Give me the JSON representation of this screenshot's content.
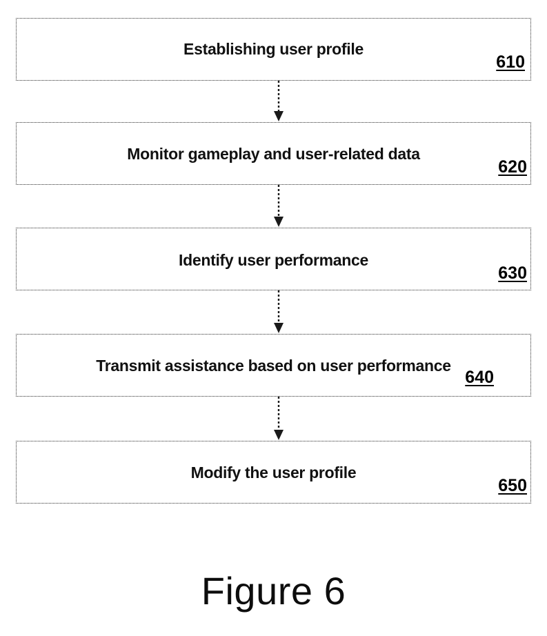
{
  "figure": {
    "caption": "Figure 6",
    "background_color": "#ffffff",
    "ink_color": "#000000",
    "border_style": "dotted"
  },
  "flowchart": {
    "orientation": "vertical",
    "connector_style": "dashed-line-with-solid-arrowhead",
    "steps": [
      {
        "label": "Establishing user profile",
        "ref": "610"
      },
      {
        "label": "Monitor gameplay and user-related data",
        "ref": "620"
      },
      {
        "label": "Identify user performance",
        "ref": "630"
      },
      {
        "label": "Transmit assistance based on user performance",
        "ref": "640"
      },
      {
        "label": "Modify the user profile",
        "ref": "650"
      }
    ],
    "connectors": [
      {
        "from_ref": "610",
        "to_ref": "620"
      },
      {
        "from_ref": "620",
        "to_ref": "630"
      },
      {
        "from_ref": "630",
        "to_ref": "640"
      },
      {
        "from_ref": "640",
        "to_ref": "650"
      }
    ]
  }
}
